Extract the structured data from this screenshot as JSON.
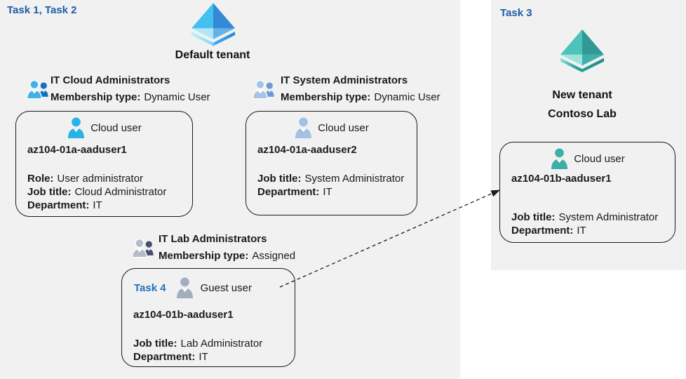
{
  "headings": {
    "task12": "Task 1, Task 2",
    "task3": "Task 3"
  },
  "default_tenant": {
    "label": "Default tenant"
  },
  "new_tenant": {
    "line1": "New tenant",
    "line2": "Contoso Lab"
  },
  "groups": [
    {
      "name": "IT Cloud Administrators",
      "membership_label": "Membership type:",
      "membership_value": "Dynamic User"
    },
    {
      "name": "IT System Administrators",
      "membership_label": "Membership type:",
      "membership_value": "Dynamic User"
    },
    {
      "name": "IT Lab Administrators",
      "membership_label": "Membership type:",
      "membership_value": "Assigned"
    }
  ],
  "cards": [
    {
      "user_type": "Cloud user",
      "username": "az104-01a-aaduser1",
      "attributes": [
        {
          "label": "Role:",
          "value": "User administrator"
        },
        {
          "label": "Job title:",
          "value": "Cloud Administrator"
        },
        {
          "label": "Department:",
          "value": "IT"
        }
      ]
    },
    {
      "user_type": "Cloud user",
      "username": "az104-01a-aaduser2",
      "attributes": [
        {
          "label": "Job title:",
          "value": "System Administrator"
        },
        {
          "label": "Department:",
          "value": "IT"
        }
      ]
    },
    {
      "task_label": "Task 4",
      "user_type": "Guest user",
      "username": "az104-01b-aaduser1",
      "attributes": [
        {
          "label": "Job title:",
          "value": "Lab Administrator"
        },
        {
          "label": "Department:",
          "value": "IT"
        }
      ]
    },
    {
      "user_type": "Cloud user",
      "username": "az104-01b-aaduser1",
      "attributes": [
        {
          "label": "Job title:",
          "value": "System Administrator"
        },
        {
          "label": "Department:",
          "value": "IT"
        }
      ]
    }
  ],
  "colors": {
    "canvas_bg": "#F1F1F1",
    "text": "#1A1A1A",
    "card_border": "#1A1A1A",
    "task_heading": "#1E5DA6",
    "task4_label": "#2272B9",
    "arrow": "#1A1A1A",
    "person_cyan": "#29B2E8",
    "person_steel": "#A3C1E5",
    "person_gray": "#A4ACBF",
    "person_teal": "#3FAEA9",
    "group_blue_front": "#41B1E8",
    "group_blue_back": "#1272BE",
    "group_steel_front": "#A6C4E8",
    "group_steel_back": "#6E9AD3",
    "group_gray_front": "#B4BBC9",
    "group_gray_back": "#47516C",
    "blue_tenant_top_left": "#44C0EF",
    "blue_tenant_top_right": "#3489D6",
    "blue_tenant_lower_left": "#AEE6F8",
    "blue_tenant_lower_right": "#65B0E6",
    "blue_tenant_rim_start": "#BFEFFA",
    "blue_tenant_rim_end": "#2287DC",
    "teal_tenant_top_left": "#4EC2BC",
    "teal_tenant_top_right": "#2E9A93",
    "teal_tenant_lower_left": "#9FE4DC",
    "teal_tenant_lower_right": "#3FB1AA",
    "teal_tenant_rim_start": "#8ADFD6",
    "teal_tenant_rim_end": "#1F8E86"
  }
}
